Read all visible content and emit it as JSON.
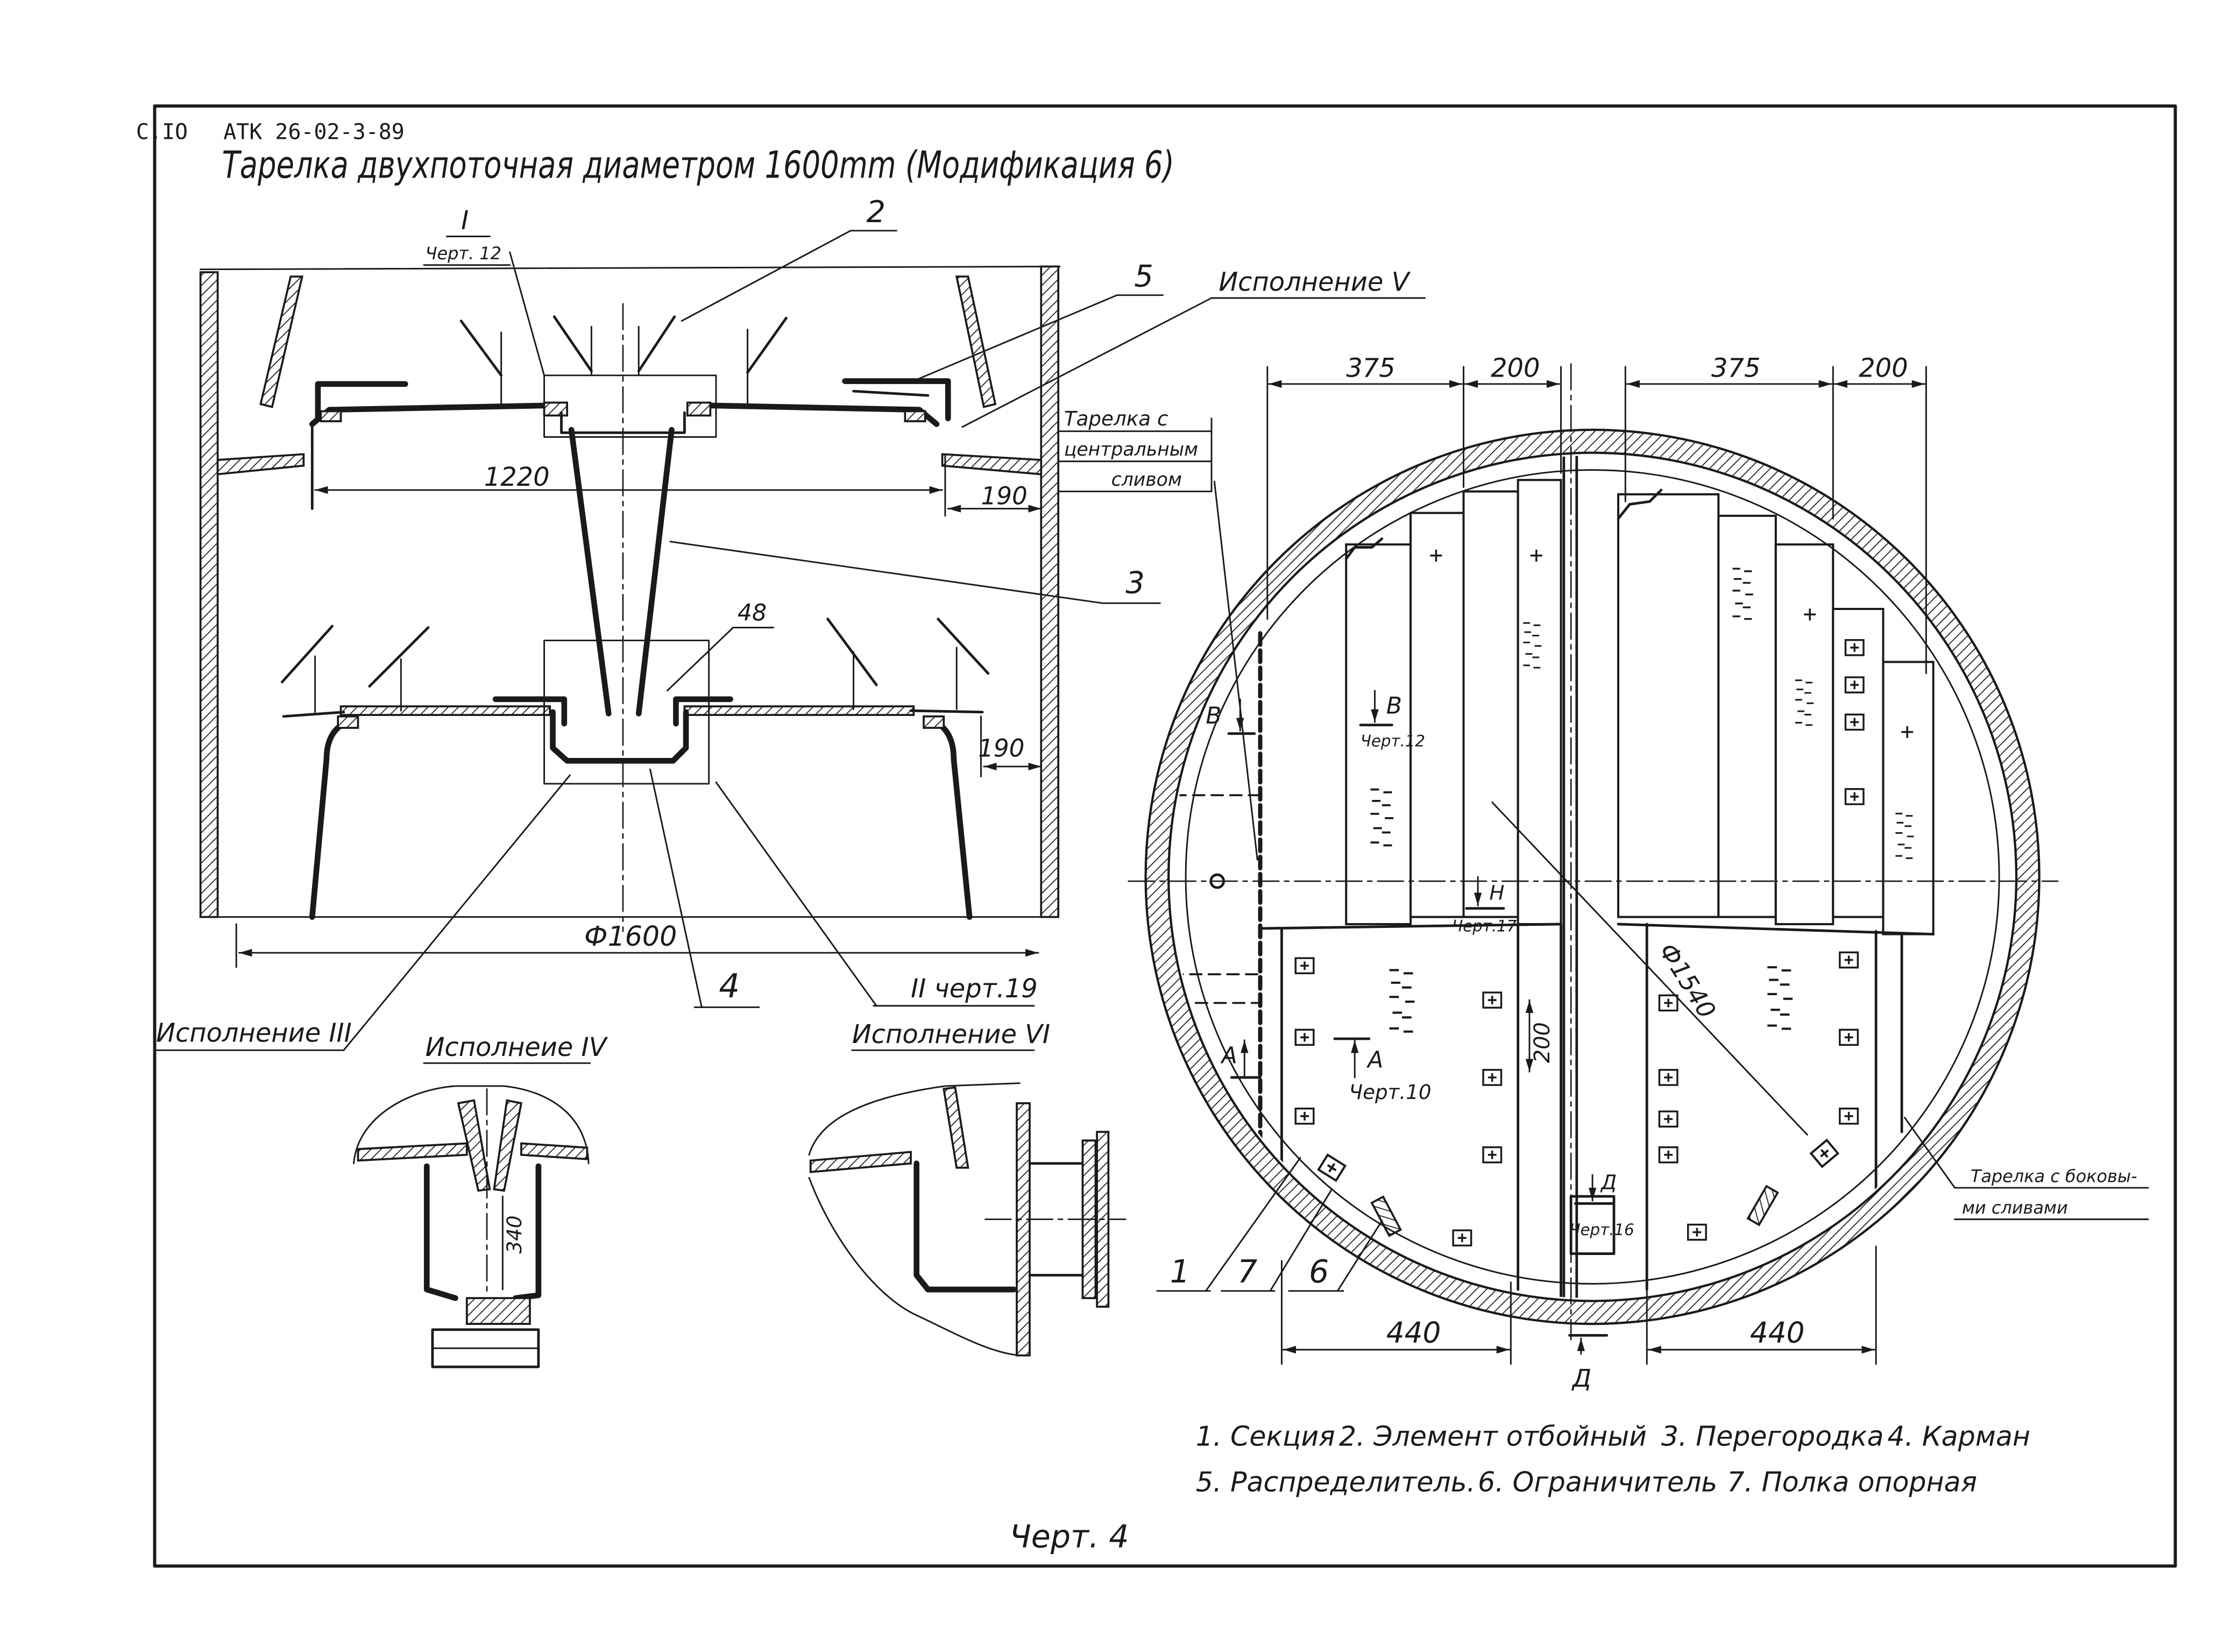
{
  "header": {
    "sheet": "С.IO",
    "doc_code": "АТК 26-02-3-89",
    "title": "Тарелка двухпоточная диаметром 1600mm (Модификация 6)"
  },
  "section_view": {
    "section_i_mark": "I",
    "section_i_ref": "Черт. 12",
    "callout_2": "2",
    "callout_5": "5",
    "variant_v": "Исполнение V",
    "callout_3": "3",
    "dim_1220": "1220",
    "dim_190_top": "190",
    "dim_48": "48",
    "dim_190_bottom": "190",
    "dim_diameter": "Ф1600",
    "callout_4": "4",
    "section_ii": "II черт.19",
    "variant_iii": "Исполнение III"
  },
  "details": {
    "variant_iv": "Исполнеие IV",
    "dim_340": "340",
    "variant_vi": "Исполнение VI"
  },
  "plan_view": {
    "dim_375_left": "375",
    "dim_200_left": "200",
    "dim_375_right": "375",
    "dim_200_right": "200",
    "central_drain_label": [
      "Тарелка с",
      "центральным",
      "сливом"
    ],
    "side_drain_label": [
      "Тарелка с боковы-",
      "ми сливами"
    ],
    "mark_v_left": "В",
    "mark_v_right": "В",
    "mark_v_ref": "Черт.12",
    "mark_n": "Н",
    "mark_n_ref": "Черт.17",
    "dim_diameter": "Ф1540",
    "dim_200_vertical": "200",
    "mark_a_left": "А",
    "mark_a_right": "А",
    "mark_a_ref": "Черт.10",
    "mark_d": "Д",
    "mark_d_ref": "Черт.16",
    "callout_1": "1",
    "callout_7": "7",
    "callout_6": "6",
    "dim_440_left": "440",
    "dim_440_right": "440",
    "mark_d_bottom": "Д"
  },
  "legend": {
    "items": [
      "1. Секция",
      "2. Элемент отбойный",
      "3. Перегородка",
      "4. Карман",
      "5. Распределитель.",
      "6. Ограничитель",
      "7. Полка опорная"
    ]
  },
  "footer": {
    "drawing_number": "Черт. 4"
  },
  "colors": {
    "ink": "#1a1a1a",
    "paper": "#ffffff"
  }
}
